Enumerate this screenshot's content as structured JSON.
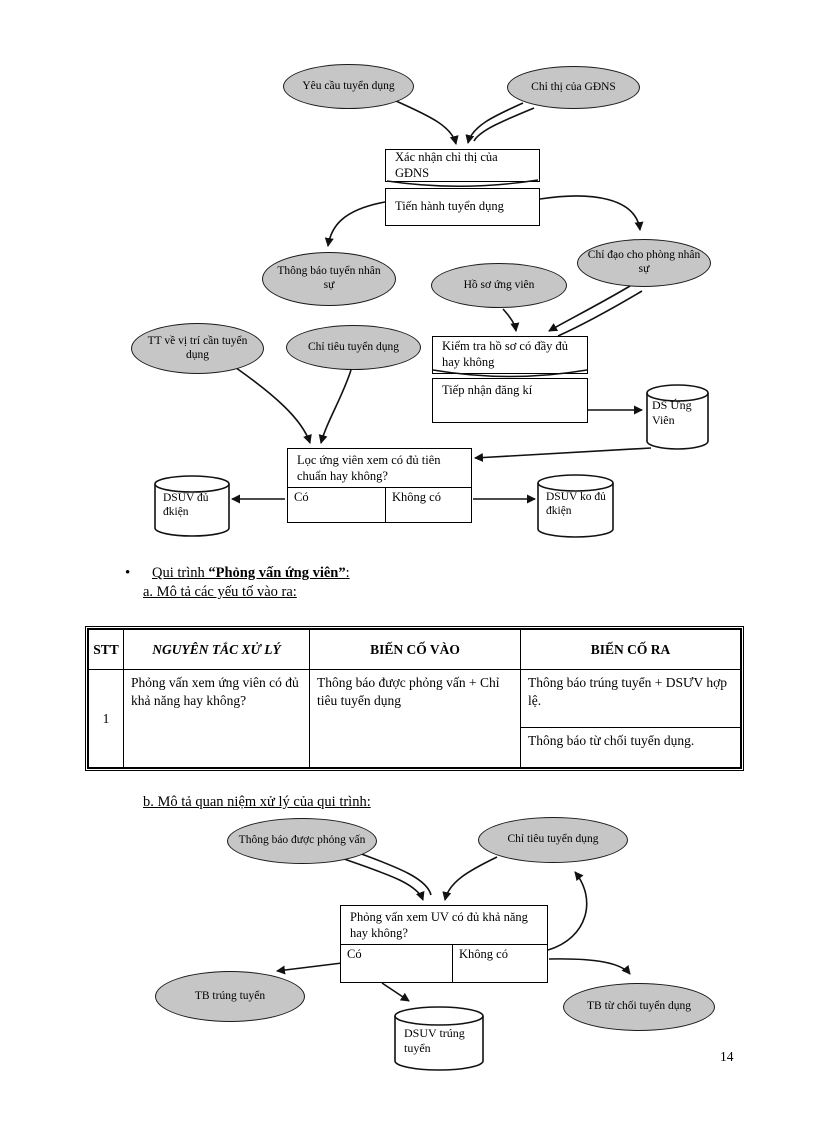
{
  "page_number": "14",
  "sections": {
    "bullet_dot": "•",
    "bullet_prefix": "Qui trình ",
    "bullet_bold": "“Phỏng vấn ứng viên”",
    "bullet_suffix": ":",
    "line_a": "a. Mô tả các yếu tố vào ra:",
    "line_b": "b. Mô tả quan niệm xử lý của qui trình:"
  },
  "table": {
    "headers": [
      "STT",
      "NGUYÊN TẮC XỬ LÝ",
      "BIẾN CỐ VÀO",
      "BIẾN CỐ RA"
    ],
    "rows": [
      {
        "stt": "1",
        "nguyen_tac": "Phỏng vấn xem ứng viên có đủ khả năng hay không?",
        "bien_co_vao": "Thông báo được phỏng vấn + Chỉ tiêu tuyển dụng",
        "bien_co_ra_1": "Thông báo trúng tuyển + DSƯV hợp lệ.",
        "bien_co_ra_2": "Thông báo từ chối tuyển dụng."
      }
    ]
  },
  "d1": {
    "yeu_cau": "Yêu cầu tuyển dụng",
    "chi_thi": "Chỉ thị của GĐNS",
    "xac_nhan": "Xác nhận chỉ thị của GĐNS",
    "tien_hanh": "Tiến hành tuyển dụng",
    "thong_bao": "Thông báo tuyển nhân sự",
    "ho_so": "Hồ sơ ứng viên",
    "chi_dao": "Chỉ đạo cho phòng nhân sự",
    "tt_vi_tri": "TT về vị trí cần tuyển dụng",
    "chi_tieu": "Chỉ tiêu tuyển dụng",
    "kiem_tra": "Kiểm tra hồ sơ có đầy đủ hay không",
    "tiep_nhan": "Tiếp nhận đăng kí",
    "ds_ung_vien": "DS Ứng Viên",
    "loc_question": "Lọc ứng viên xem có đủ tiên chuẩn hay không?",
    "yes": "Có",
    "no": "Không có",
    "dsuv_du": "DSUV đủ đkiện",
    "dsuv_ko": "DSUV ko đủ đkiện"
  },
  "d2": {
    "tb_duoc_pv": "Thông báo được phỏng vấn",
    "chi_tieu": "Chỉ tiêu tuyển dụng",
    "pv_question": "Phỏng vấn xem UV có đủ khả năng hay không?",
    "yes": "Có",
    "no": "Không có",
    "tb_trung": "TB trúng tuyển",
    "dsuv_trung": "DSUV trúng tuyển",
    "tb_tu_choi": "TB từ chối tuyển dụng"
  },
  "colors": {
    "node_fill": "#c6c6c6",
    "line": "#111111",
    "paper": "#ffffff"
  }
}
